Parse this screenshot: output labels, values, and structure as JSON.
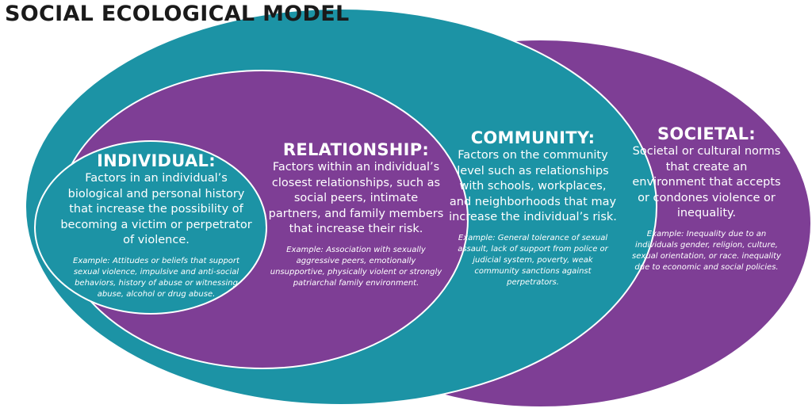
{
  "title": "SOCIAL ECOLOGICAL MODEL",
  "colors": {
    "purple": "#7e3e95",
    "teal": "#1c93a5",
    "outline": "#ffffff",
    "text": "#ffffff",
    "title": "#1a1a1a"
  },
  "levels": {
    "individual": {
      "heading": "INDIVIDUAL:",
      "description": "Factors in an individual’s biological and personal history that increase the possibility of becoming a victim or perpetrator of violence.",
      "example": "Example: Attitudes or beliefs that support sexual violence, impulsive and anti-social behaviors, history of abuse or witnessing abuse, alcohol or drug abuse."
    },
    "relationship": {
      "heading": "RELATIONSHIP:",
      "description": "Factors within an individual’s closest relationships, such as social peers, intimate partners, and family members that increase their risk.",
      "example": "Example: Association with sexually aggressive peers, emotionally unsupportive, physically violent or strongly patriarchal family environment."
    },
    "community": {
      "heading": "COMMUNITY:",
      "description": "Factors on the community level such as relationships with schools, workplaces, and neighborhoods that may increase the individual’s risk.",
      "example": "Example: General tolerance of sexual assault, lack of support from police or judicial system, poverty, weak community sanctions against perpetrators."
    },
    "societal": {
      "heading": "SOCIETAL:",
      "description": "Societal or cultural norms that create an environment that accepts or condones violence or inequality.",
      "example": "Example: Inequality due to an individuals gender, religion, culture, sexual orientation, or race. inequality due to economic and social policies."
    }
  }
}
